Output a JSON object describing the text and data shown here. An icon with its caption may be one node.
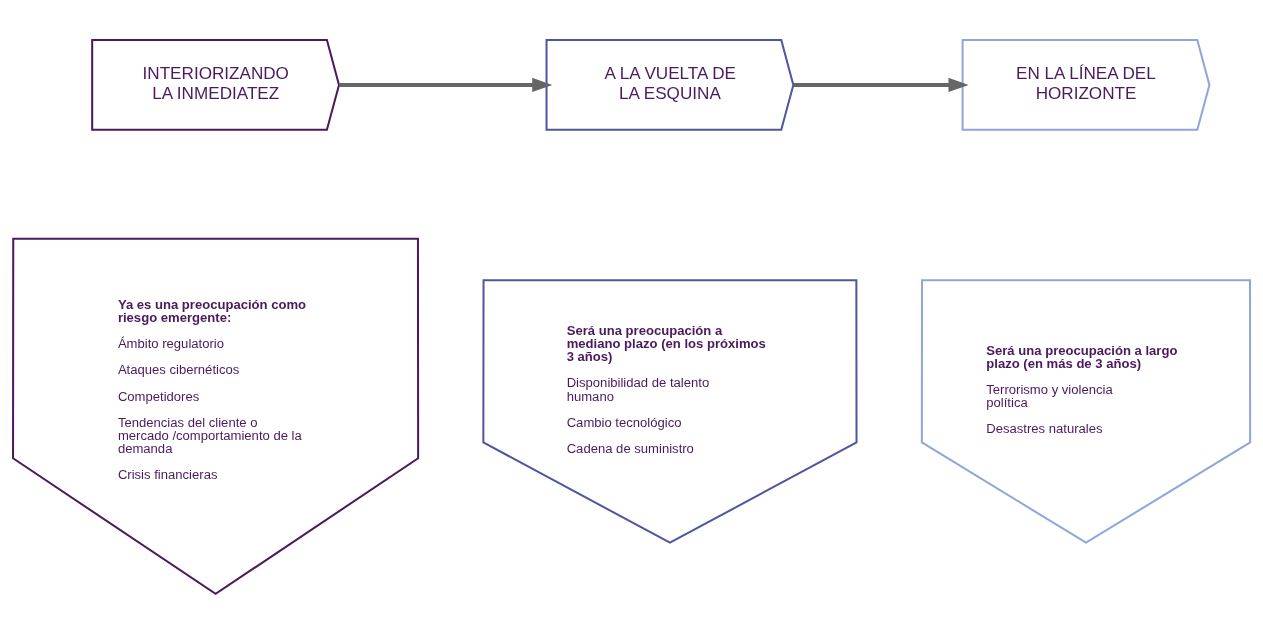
{
  "diagram": {
    "nodes": [
      {
        "text": [
          "INTERIORIZANDO LA INMEDIATEZ"
        ]
      },
      {
        "text": [
          "A LA VUELTA DE LA ESQUINA"
        ]
      },
      {
        "text": [
          "EN LA LÍNEA DEL HORIZONTE"
        ]
      },
      {
        "text": [
          "Ya es una preocupación como riesgo emergente:",
          "Ámbito regulatorio",
          "Ataques cibernéticos",
          "Competidores",
          "Tendencias del cliente o mercado /comportamiento de la demanda",
          "Crisis financieras"
        ]
      },
      {
        "text": [
          "Será una preocupación a mediano plazo (en los próximos 3 años)",
          "Disponibilidad de talento humano",
          "Cambio tecnológico",
          "Cadena de suministro"
        ]
      },
      {
        "text": [
          "Será una preocupación a largo plazo (en más de 3 años)",
          "Terrorismo y violencia política",
          "Desastres naturales"
        ]
      }
    ],
    "edges": [
      {
        "from": 0,
        "to": 1,
        "arrow": "to"
      },
      {
        "from": 1,
        "to": 2,
        "arrow": "to"
      }
    ]
  }
}
